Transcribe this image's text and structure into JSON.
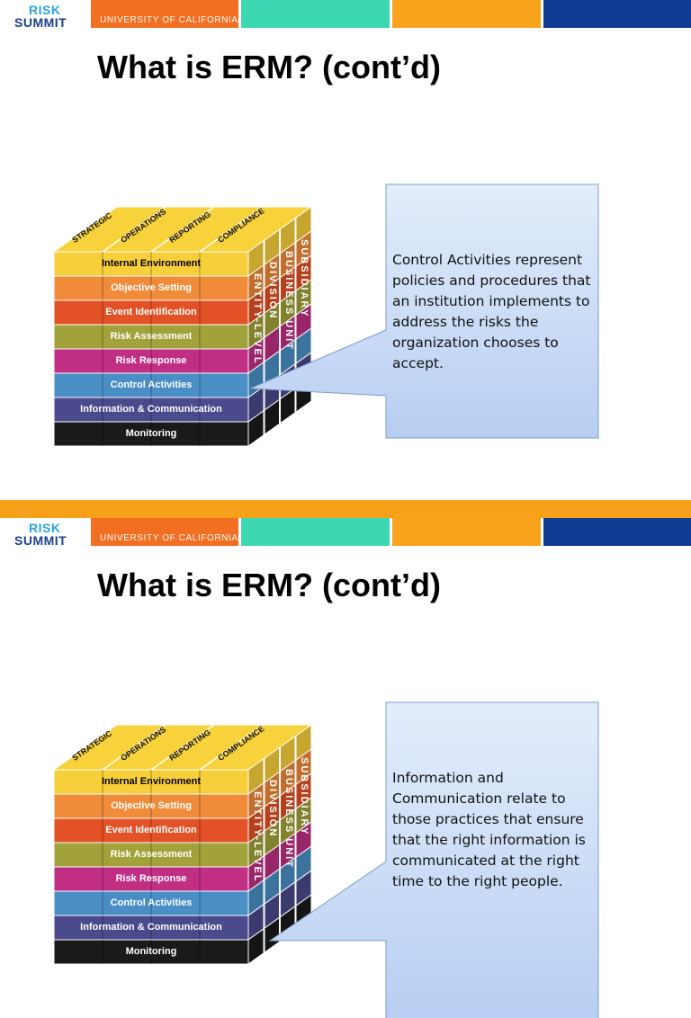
{
  "header": {
    "logo_line1": "RISK",
    "logo_line2": "SUMMIT",
    "university": "UNIVERSITY OF CALIFORNIA"
  },
  "colors": {
    "orange_red": "#F26E21",
    "teal": "#3CD8B2",
    "orange": "#F9A21B",
    "navy": "#0E3C93",
    "callout_fill": "#C9DCF7",
    "callout_border": "#7E9CC8"
  },
  "cube": {
    "top_labels": [
      "STRATEGIC",
      "OPERATIONS",
      "REPORTING",
      "COMPLIANCE"
    ],
    "side_labels": [
      "ENTITY-LEVEL",
      "DIVISION",
      "BUSINESS UNIT",
      "SUBSIDIARY"
    ],
    "rows": [
      {
        "label": "Internal Environment",
        "color": "#F7CF3A"
      },
      {
        "label": "Objective Setting",
        "color": "#F08B3A"
      },
      {
        "label": "Event Identification",
        "color": "#E25226"
      },
      {
        "label": "Risk Assessment",
        "color": "#A2A23A"
      },
      {
        "label": "Risk Response",
        "color": "#C12F85"
      },
      {
        "label": "Control Activities",
        "color": "#4A8EC6"
      },
      {
        "label": "Information & Communication",
        "color": "#4A4A8C"
      },
      {
        "label": "Monitoring",
        "color": "#1A1A1A"
      }
    ]
  },
  "slides": [
    {
      "title": "What is ERM? (cont’d)",
      "callout": "Control Activities represent policies and procedures that an institution implements to address the risks the organization chooses to accept."
    },
    {
      "title": "What is ERM? (cont’d)",
      "callout": "Information and Communication relate to those practices that ensure that the right information is communicated at the right time to the right people."
    }
  ]
}
